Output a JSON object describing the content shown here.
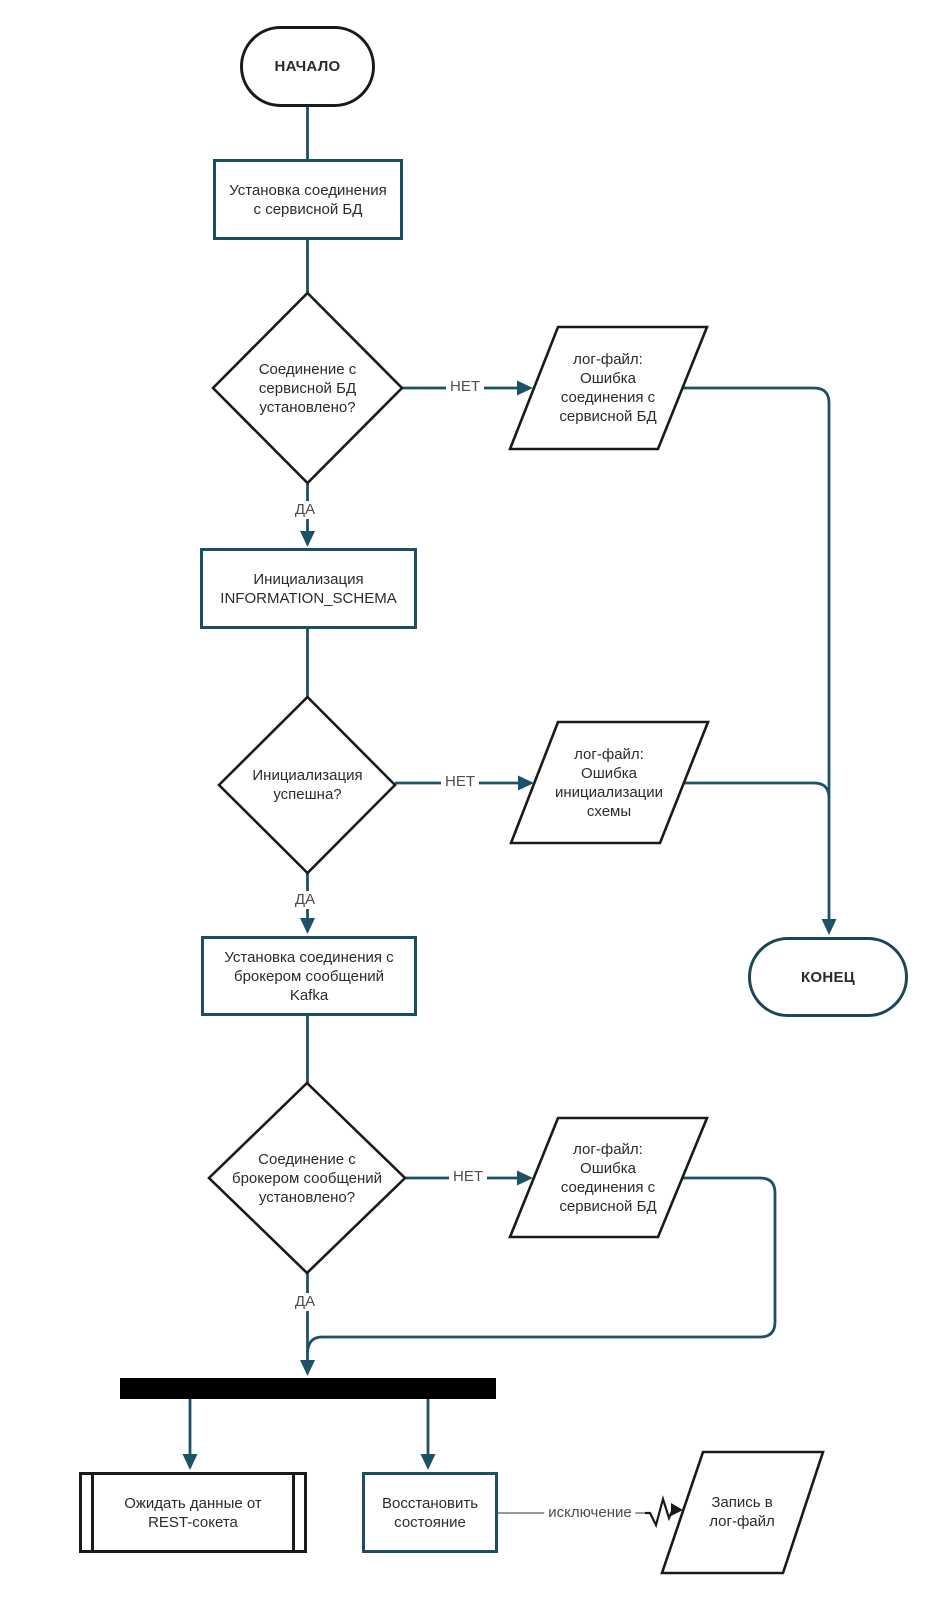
{
  "diagram_type": "flowchart",
  "colors": {
    "background": "#FFFFFF",
    "connector_teal": "#1D5166",
    "shape_border_black": "#1A1A1A",
    "process_border_teal": "#1D4F63",
    "terminator_end_border": "#1B4656",
    "fork_bar": "#000000",
    "shape_text": "#2B2B2B",
    "edge_label_text": "#4D4D4D",
    "exception_line_gray": "#999999"
  },
  "nodes": {
    "start": {
      "type": "terminator",
      "label": "НАЧАЛО"
    },
    "connect_db": {
      "type": "process",
      "label": "Установка соединения\nс сервисной БД"
    },
    "db_connected": {
      "type": "decision",
      "label": "Соединение с\nсервисной БД\nустановлено?"
    },
    "log_db_error": {
      "type": "data",
      "label": "лог-файл:\nОшибка\nсоединения с\nсервисной БД"
    },
    "init_schema": {
      "type": "process",
      "label": "Инициализация\nINFORMATION_SCHEMA"
    },
    "schema_ok": {
      "type": "decision",
      "label": "Инициализация\nуспешна?"
    },
    "log_schema_error": {
      "type": "data",
      "label": "лог-файл:\nОшибка\nинициализации\nсхемы"
    },
    "end": {
      "type": "terminator",
      "label": "КОНЕЦ"
    },
    "connect_kafka": {
      "type": "process",
      "label": "Установка соединения с\nброкером сообщений\nKafka"
    },
    "kafka_connected": {
      "type": "decision",
      "label": "Соединение с\nброкером сообщений\nустановлено?"
    },
    "log_kafka_error": {
      "type": "data",
      "label": "лог-файл:\nОшибка\nсоединения с\nсервисной БД"
    },
    "fork_bar": {
      "type": "fork",
      "label": ""
    },
    "wait_rest": {
      "type": "predefined-process",
      "label": "Ожидать данные от\nREST-сокета"
    },
    "restore_state": {
      "type": "process",
      "label": "Восстановить\nсостояние"
    },
    "log_write": {
      "type": "data",
      "label": "Запись в\nлог-файл"
    }
  },
  "edge_labels": {
    "yes": "ДА",
    "no": "НЕТ",
    "exception": "исключение"
  }
}
